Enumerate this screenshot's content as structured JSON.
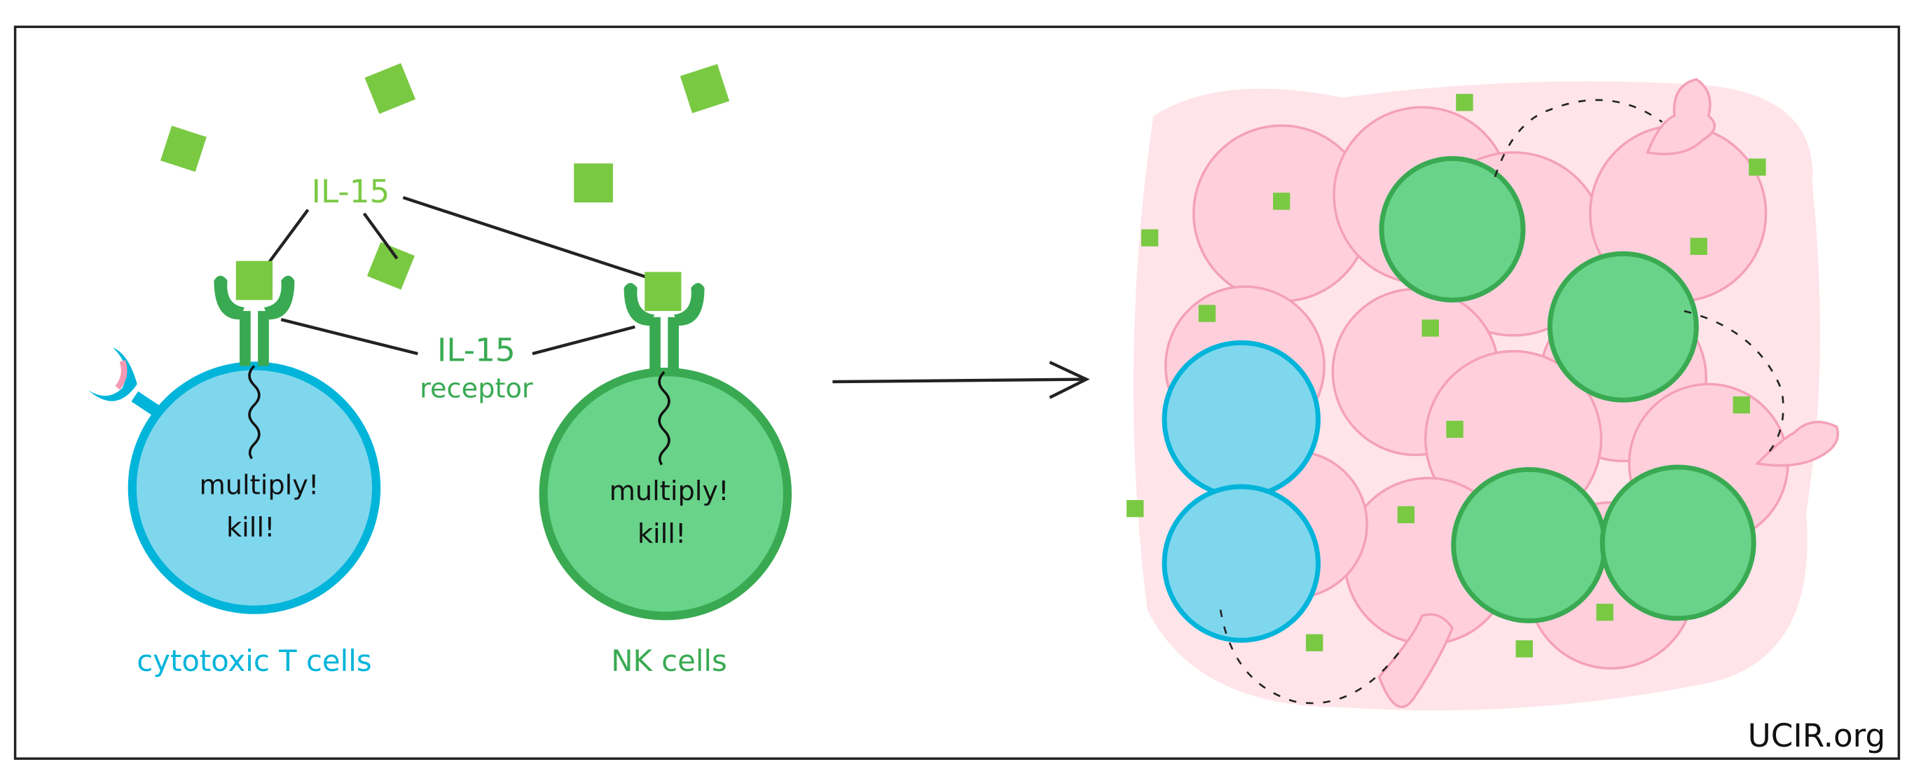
{
  "labels": {
    "il15": "IL-15",
    "il15_receptor_line1": "IL-15",
    "il15_receptor_line2": "receptor",
    "t_cell_text1": "multiply!",
    "t_cell_text2": "kill!",
    "nk_cell_text1": "multiply!",
    "nk_cell_text2": "kill!",
    "t_cell_caption": "cytotoxic T cells",
    "nk_cell_caption": "NK cells",
    "credit": "UCIR.org"
  },
  "colors": {
    "il15": "#7AC943",
    "receptor": "#39AA52",
    "t_cell_fill": "#7FD7EE",
    "t_cell_stroke": "#00B4DA",
    "nk_cell_fill": "#68D389",
    "nk_cell_stroke": "#39AA52",
    "tumor_fill": "#FFD0DC",
    "tumor_stroke": "#F4A0B8",
    "tumor_bg": "#FFE4EA"
  }
}
